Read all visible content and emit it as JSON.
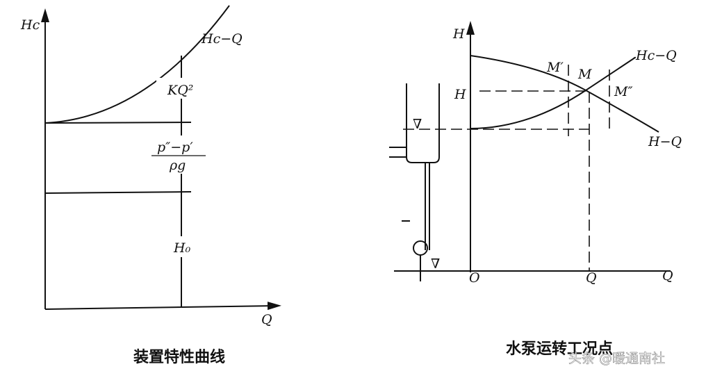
{
  "left_diagram": {
    "y_axis_label": "Hc",
    "x_axis_label": "Q",
    "curve_label": "Hc−Q",
    "friction_term": "KQ²",
    "pressure_numerator": "p″−p′",
    "pressure_denominator": "ρg",
    "static_head": "H₀",
    "caption": "装置特性曲线"
  },
  "right_diagram": {
    "y_axis_label": "H",
    "x_axis_label": "Q",
    "origin_label": "O",
    "operating_flow_label": "Q",
    "operating_head_label": "H",
    "point_m": "M",
    "point_m1": "M′",
    "point_m2": "M″",
    "system_curve_label": "Hc−Q",
    "pump_curve_label": "H−Q",
    "water_level_symbol": "∇",
    "caption": "水泵运转工况点"
  },
  "watermark": "头条 @暖通南社"
}
